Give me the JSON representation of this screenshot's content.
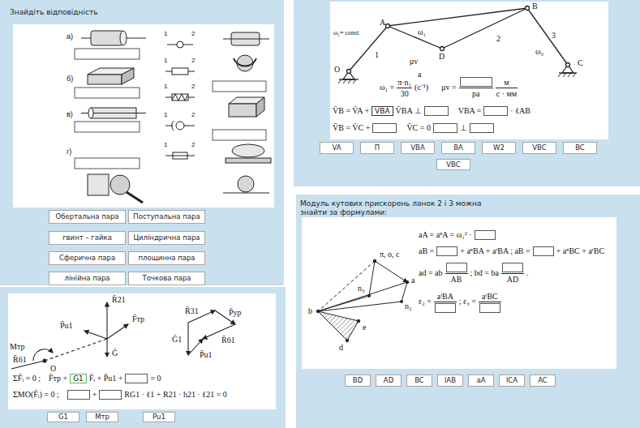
{
  "diagram": {
    "nodes": [
      {
        "text": [
          "Знайдіть відповідність"
        ]
      },
      {
        "text": [
          "Обертальна пара"
        ],
        "in": 0
      },
      {
        "text": [
          "Поступальна пара"
        ],
        "in": 0
      },
      {
        "text": [
          "гвинт – гайка"
        ],
        "in": 0
      },
      {
        "text": [
          "Циліндрична пара"
        ],
        "in": 0
      },
      {
        "text": [
          "Сферична пара"
        ],
        "in": 0
      },
      {
        "text": [
          "площинна пара"
        ],
        "in": 0
      },
      {
        "text": [
          "лінійна пара"
        ],
        "in": 0
      },
      {
        "text": [
          "Точкова пара"
        ],
        "in": 0
      },
      {
        "text": [
          "VBA"
        ]
      },
      {
        "text": [
          "VA"
        ]
      },
      {
        "text": [
          "П"
        ]
      },
      {
        "text": [
          "VBA"
        ]
      },
      {
        "text": [
          "BA"
        ]
      },
      {
        "text": [
          "W2"
        ]
      },
      {
        "text": [
          "VBC"
        ]
      },
      {
        "text": [
          "BC"
        ]
      },
      {
        "text": [
          "VBC"
        ]
      },
      {
        "text": [
          "G1"
        ]
      },
      {
        "text": [
          "G1"
        ]
      },
      {
        "text": [
          "Mтр"
        ]
      },
      {
        "text": [
          "Pu1"
        ]
      },
      {
        "text": [
          "Модуль кутових прискорень ланок 2 і 3 можна знайти за формулами:"
        ]
      },
      {
        "text": [
          "BD"
        ],
        "in": 22
      },
      {
        "text": [
          "AD"
        ],
        "in": 22
      },
      {
        "text": [
          "BC"
        ],
        "in": 22
      },
      {
        "text": [
          "lAB"
        ],
        "in": 22
      },
      {
        "text": [
          "aA"
        ],
        "in": 22
      },
      {
        "text": [
          "lCA"
        ],
        "in": 22
      },
      {
        "text": [
          "AC"
        ],
        "in": 22
      }
    ],
    "labels": [
      "а)",
      "б)",
      "в)",
      "г)",
      "1",
      "2",
      "1",
      "2",
      "1",
      "2",
      "1",
      "2",
      "1",
      "2",
      "ω₁= const",
      "A",
      "B",
      "O",
      "C",
      "D",
      "1",
      "ω₁",
      "2",
      "3",
      "ω₃",
      "μv",
      "a",
      "ω₁ =",
      "π·n₁",
      "30",
      "(с⁻¹)",
      "μv =",
      "pa",
      "м",
      "с · мм",
      "V̄B = V̄A +",
      "V̄BA ⊥",
      "VBA =",
      "· ℓAB",
      "V̄B = V̄C +",
      "V̄C = 0",
      "⊥",
      "R̄21",
      "P̄u1",
      "F̄тр",
      "Ḡ",
      "Mтр",
      "O",
      "R̄61",
      "R̄31",
      "P̄ур",
      "R̄61",
      "Ḡ1",
      "P̄u1",
      "ΣF̄ᵢ = 0 ;",
      "F̄тр +",
      "F̄ᵢ + P̄u1 +",
      "= 0",
      "ΣMO(F̄ᵢ) = 0 ;",
      "+",
      "RG1 · ℓ1 + R21 · h21 · ℓ21 = 0",
      "π, o, c",
      "a",
      "b",
      "n₂",
      "n₃",
      "d",
      "e",
      "aA = aⁿA = ω₁² ·",
      "aB =",
      "+ aⁿBA + aᵗBA ; aB =",
      "+ aⁿBC + aᵗBC",
      "ad = ab",
      "AB",
      "; bd = ba",
      "AD",
      ".",
      "ε₂ =",
      "aᵗBA",
      "; ε₃ =",
      "aᵗBC"
    ]
  }
}
